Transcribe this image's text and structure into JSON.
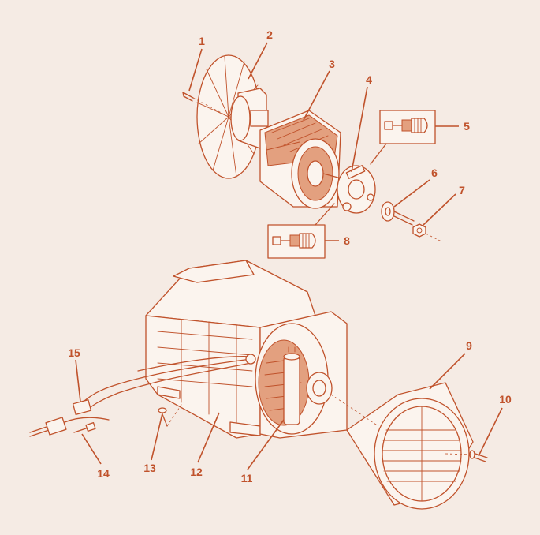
{
  "colors": {
    "background": "#f5ebe4",
    "ink": "#c0522b",
    "paper": "#fbf4ee",
    "copper": "#e3a07f"
  },
  "callouts": [
    {
      "id": "1",
      "label": "1"
    },
    {
      "id": "2",
      "label": "2"
    },
    {
      "id": "3",
      "label": "3"
    },
    {
      "id": "4",
      "label": "4"
    },
    {
      "id": "5",
      "label": "5"
    },
    {
      "id": "6",
      "label": "6"
    },
    {
      "id": "7",
      "label": "7"
    },
    {
      "id": "8",
      "label": "8"
    },
    {
      "id": "9",
      "label": "9"
    },
    {
      "id": "10",
      "label": "10"
    },
    {
      "id": "11",
      "label": "11"
    },
    {
      "id": "12",
      "label": "12"
    },
    {
      "id": "13",
      "label": "13"
    },
    {
      "id": "14",
      "label": "14"
    },
    {
      "id": "15",
      "label": "15"
    }
  ]
}
